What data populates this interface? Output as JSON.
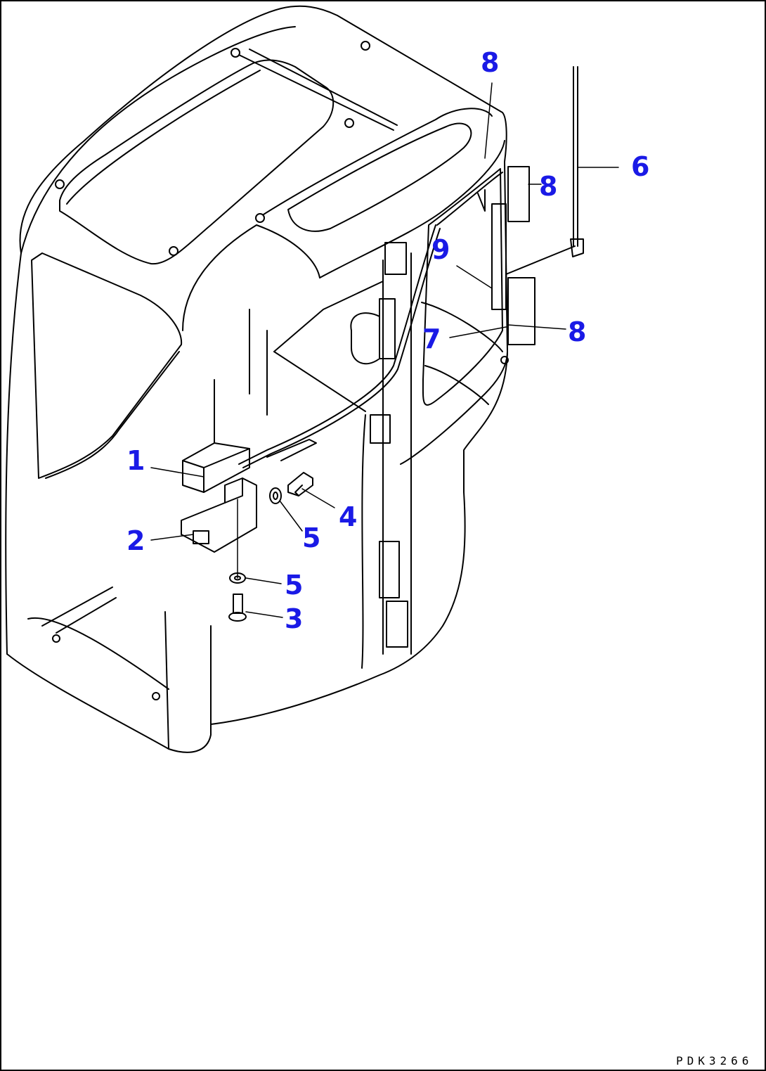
{
  "callouts": [
    {
      "label": "8"
    },
    {
      "label": "6"
    },
    {
      "label": "8"
    },
    {
      "label": "9"
    },
    {
      "label": "8"
    },
    {
      "label": "7"
    },
    {
      "label": "1"
    },
    {
      "label": "4"
    },
    {
      "label": "2"
    },
    {
      "label": "5"
    },
    {
      "label": "5"
    },
    {
      "label": "3"
    }
  ],
  "drawing_code": "PDK3266",
  "colors": {
    "callout": "#1a1ae6",
    "line": "#000000",
    "background": "#ffffff"
  }
}
